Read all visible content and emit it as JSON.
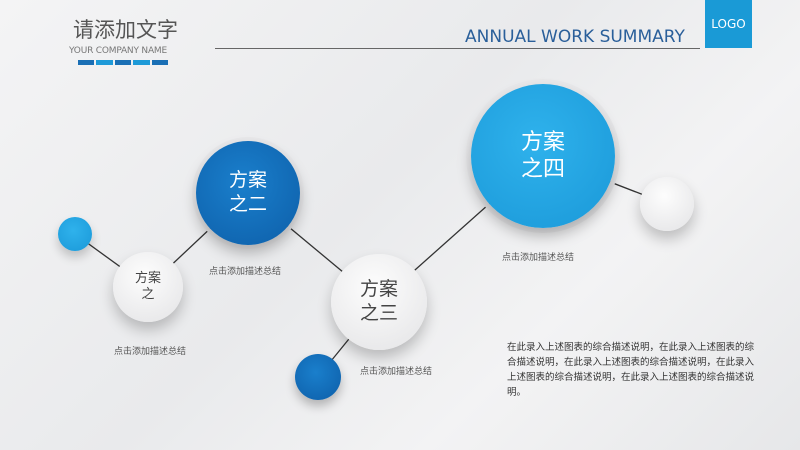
{
  "header": {
    "title": "请添加文字",
    "company": "YOUR COMPANY NAME",
    "annual": "ANNUAL WORK SUMMARY",
    "logo": "LOGO"
  },
  "nodes": [
    {
      "label_line1": "方案",
      "label_line2": "之",
      "caption": "点击添加描述总结"
    },
    {
      "label_line1": "方案",
      "label_line2": "之二",
      "caption": "点击添加描述总结"
    },
    {
      "label_line1": "方案",
      "label_line2": "之三",
      "caption": "点击添加描述总结"
    },
    {
      "label_line1": "方案",
      "label_line2": "之四",
      "caption": "点击添加描述总结"
    }
  ],
  "description": "在此录入上述图表的综合描述说明，在此录入上述图表的综合描述说明，在此录入上述图表的综合描述说明，在此录入上述图表的综合描述说明，在此录入上述图表的综合描述说明。"
}
